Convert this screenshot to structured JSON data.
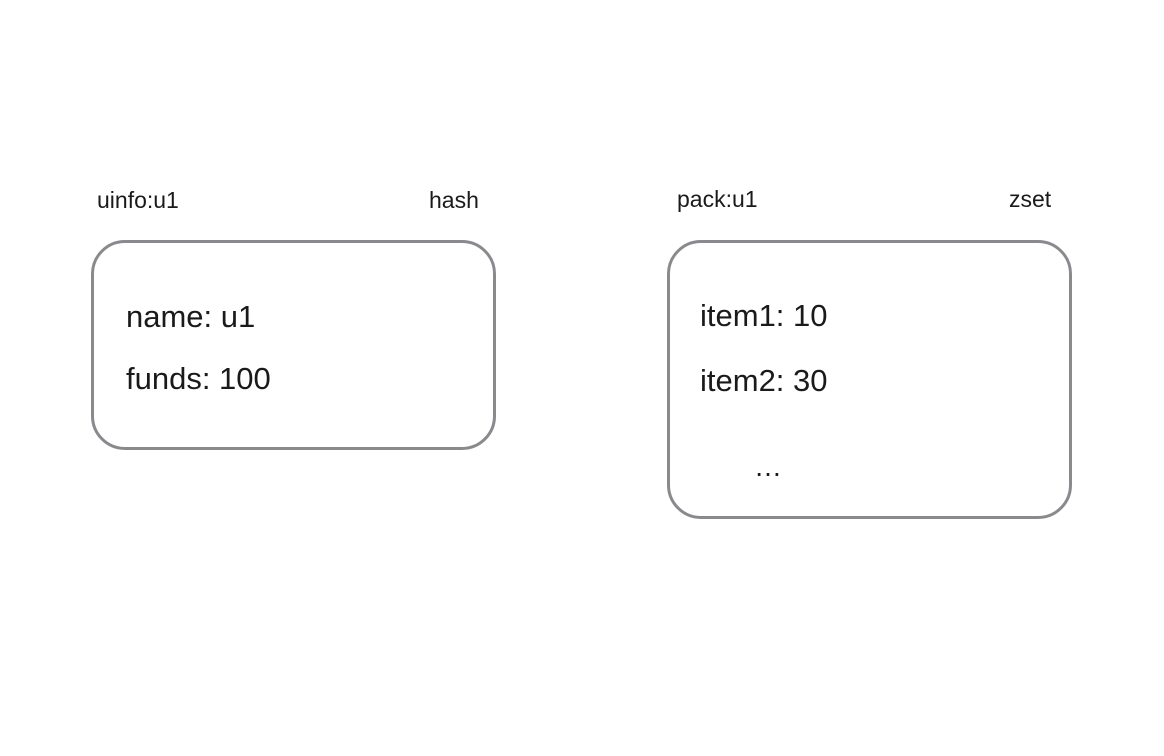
{
  "hash_block": {
    "key": "uinfo:u1",
    "type": "hash",
    "fields": [
      "name: u1",
      "funds: 100"
    ]
  },
  "zset_block": {
    "key": "pack:u1",
    "type": "zset",
    "fields": [
      "item1: 10",
      "item2: 30"
    ],
    "more": "…"
  },
  "colors": {
    "box_border": "#8a8a8e",
    "text": "#1a1a1a",
    "background": "#ffffff"
  }
}
